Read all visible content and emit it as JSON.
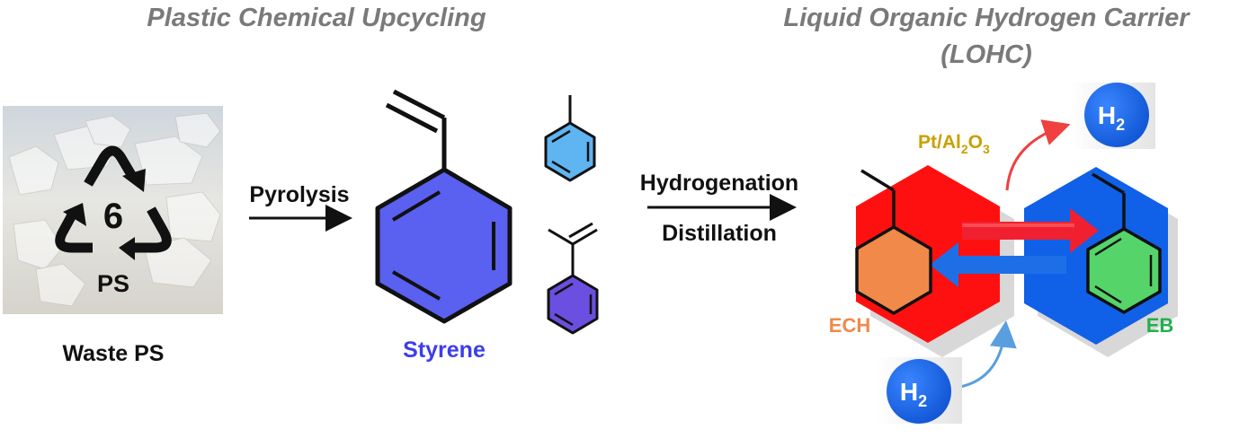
{
  "headings": {
    "left": "Plastic Chemical Upcycling",
    "right_line1": "Liquid Organic Hydrogen Carrier",
    "right_line2": "(LOHC)"
  },
  "recycle": {
    "number": "6",
    "code": "PS",
    "caption": "Waste PS"
  },
  "steps": {
    "pyrolysis": "Pyrolysis",
    "hydrogenation": "Hydrogenation",
    "distillation": "Distillation"
  },
  "products": {
    "styrene": "Styrene"
  },
  "lohc": {
    "catalyst_main": "Pt/Al",
    "catalyst_sub": "2",
    "catalyst_tail": "O",
    "catalyst_sub2": "3",
    "h2_main": "H",
    "h2_sub": "2",
    "ech": "ECH",
    "eb": "EB"
  },
  "colors": {
    "heading_gray": "#7a7a7a",
    "styrene_blue": "#3d3dea",
    "red_hex": "#ff1010",
    "blue_hex": "#1060e8",
    "ech_orange": "#f0894a",
    "eb_green": "#22b14c",
    "catalyst_gold": "#c9a000",
    "h2_circle": "#1565e0"
  }
}
